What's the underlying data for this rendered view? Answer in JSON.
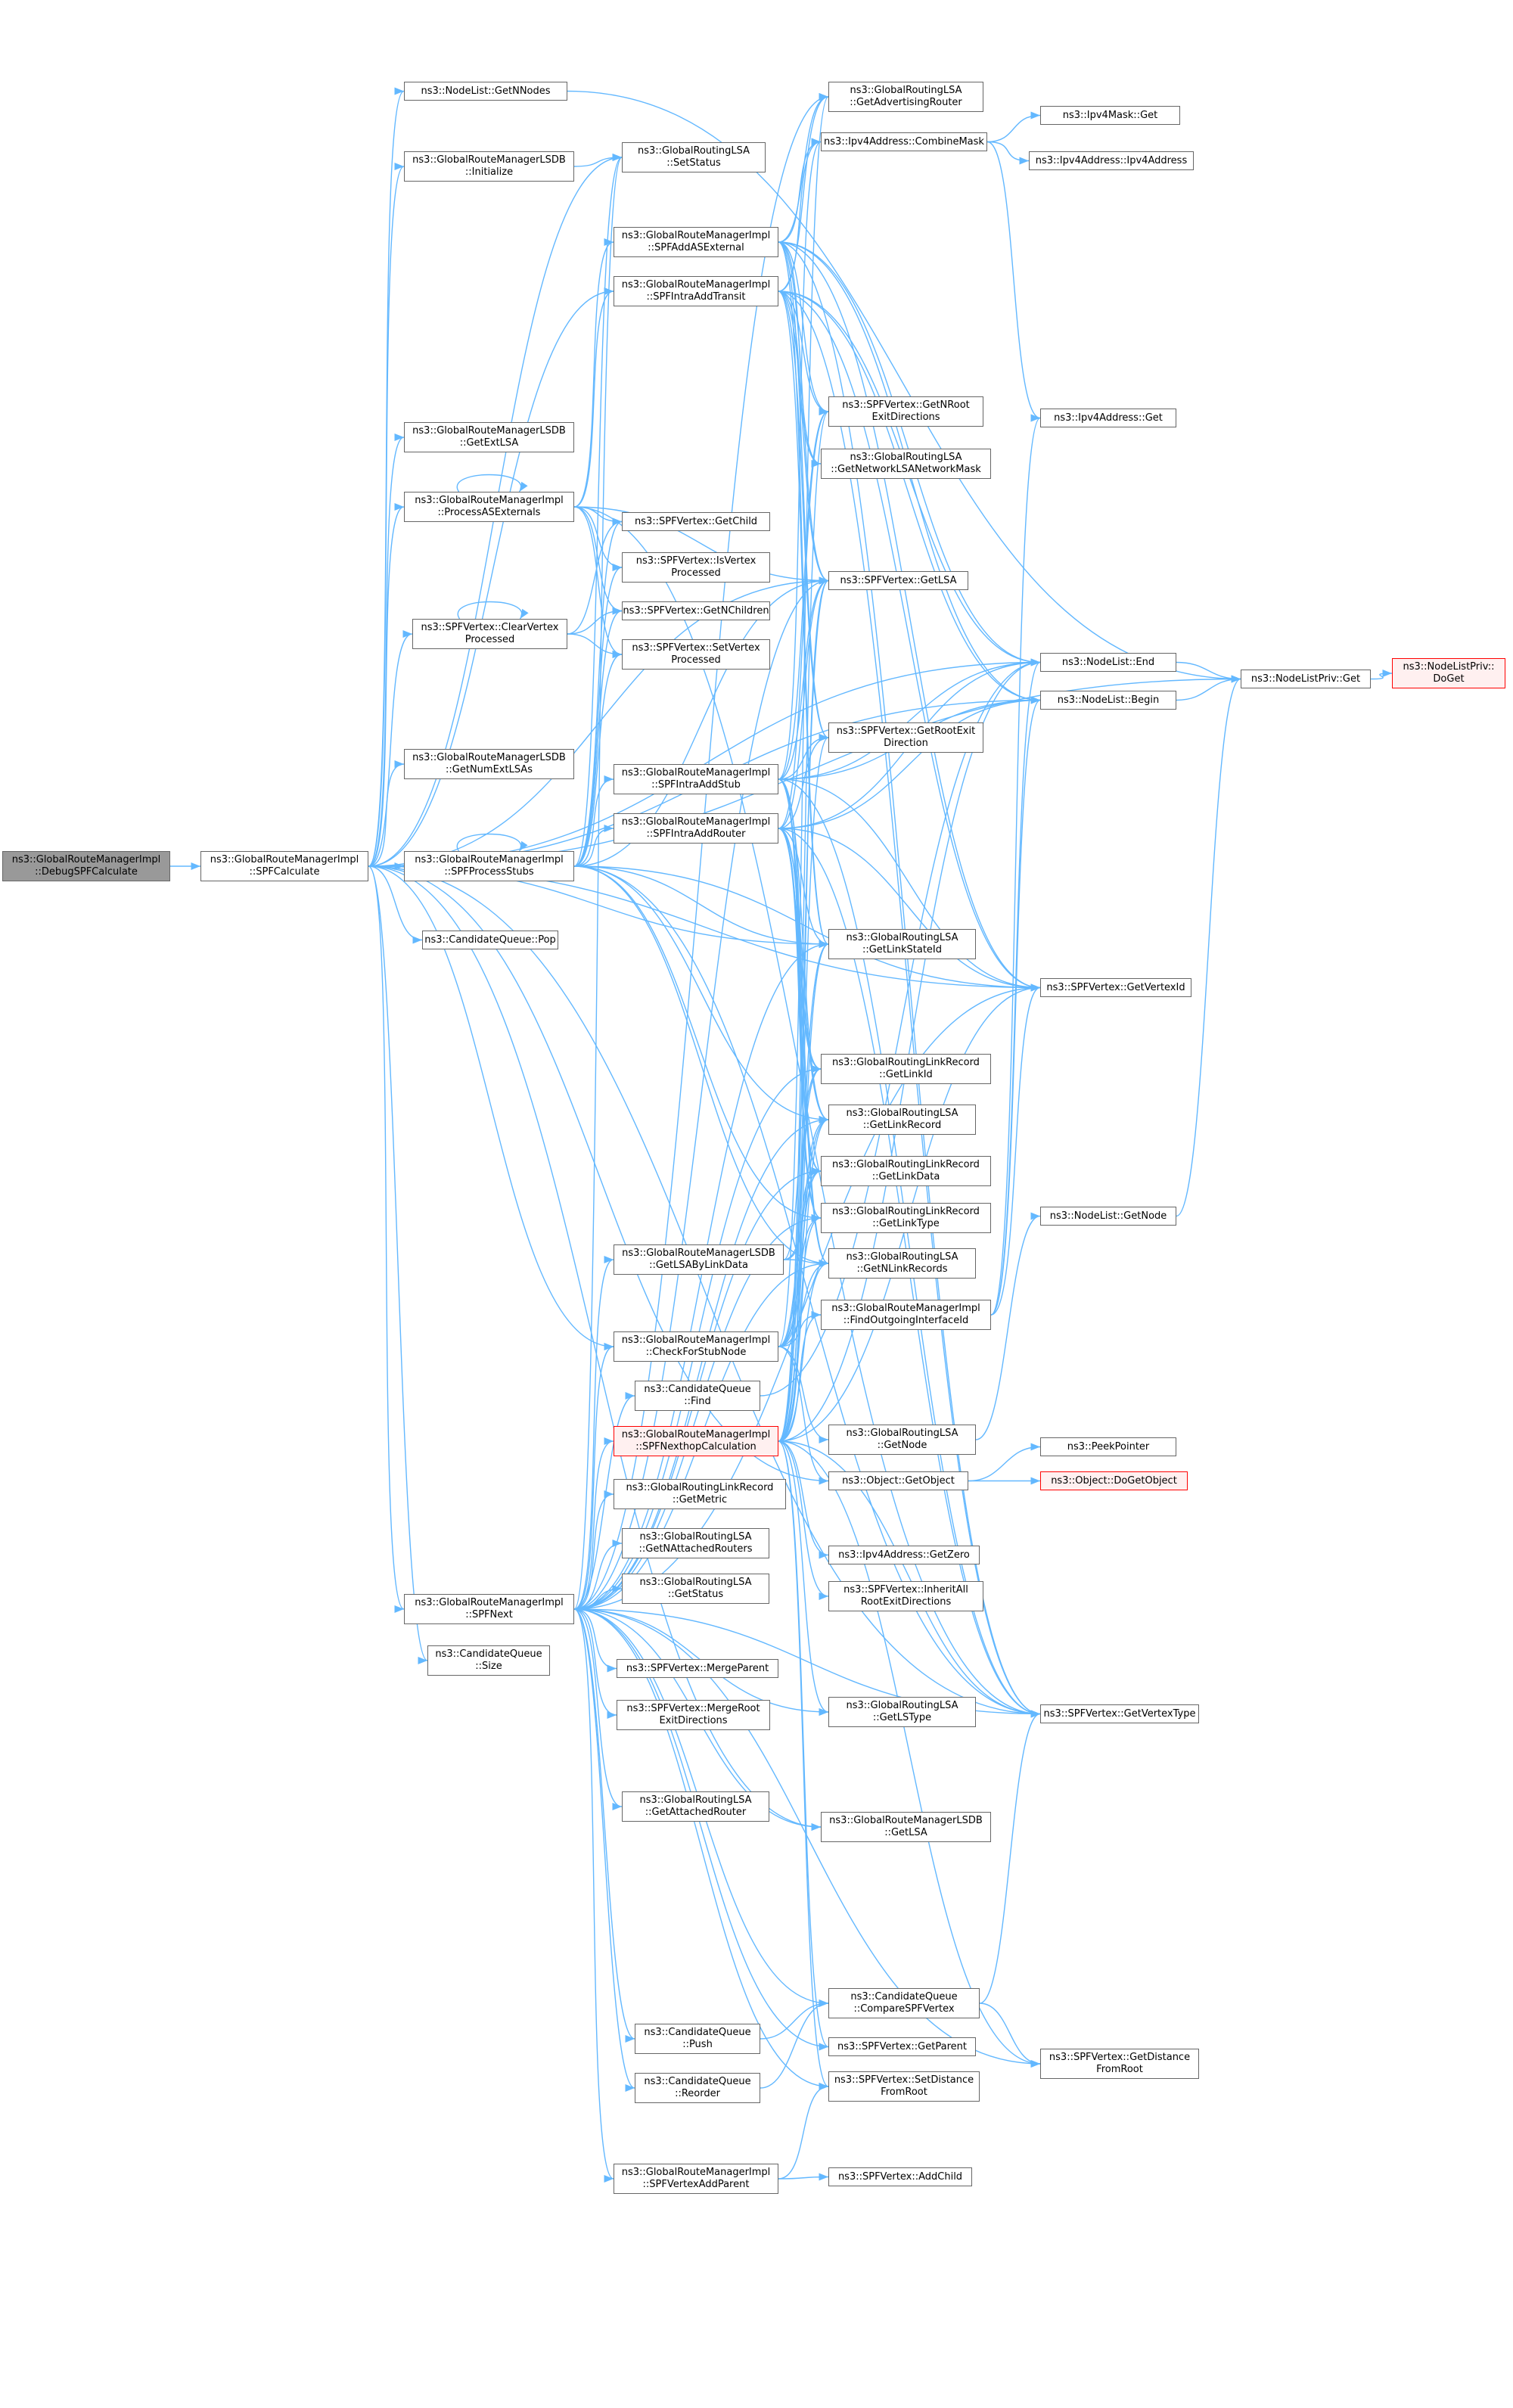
{
  "colors": {
    "edge": "#63b8ff",
    "border": "#666666",
    "root_fill": "#999999",
    "truncated_border": "#ff0000",
    "truncated_fill": "#fff0f0"
  },
  "nodes": [
    {
      "id": "debug",
      "lines": [
        "ns3::GlobalRouteManagerImpl",
        "::DebugSPFCalculate"
      ],
      "style": "root"
    },
    {
      "id": "spfcalc",
      "lines": [
        "ns3::GlobalRouteManagerImpl",
        "::SPFCalculate"
      ]
    },
    {
      "id": "getnnodes",
      "lines": [
        "ns3::NodeList::GetNNodes"
      ]
    },
    {
      "id": "lsdbinit",
      "lines": [
        "ns3::GlobalRouteManagerLSDB",
        "::Initialize"
      ]
    },
    {
      "id": "lsdbgetext",
      "lines": [
        "ns3::GlobalRouteManagerLSDB",
        "::GetExtLSA"
      ]
    },
    {
      "id": "procasext",
      "lines": [
        "ns3::GlobalRouteManagerImpl",
        "::ProcessASExternals"
      ]
    },
    {
      "id": "clearvertex",
      "lines": [
        "ns3::SPFVertex::ClearVertex",
        "Processed"
      ]
    },
    {
      "id": "getnumext",
      "lines": [
        "ns3::GlobalRouteManagerLSDB",
        "::GetNumExtLSAs"
      ]
    },
    {
      "id": "procstubs",
      "lines": [
        "ns3::GlobalRouteManagerImpl",
        "::SPFProcessStubs"
      ]
    },
    {
      "id": "cqpop",
      "lines": [
        "ns3::CandidateQueue::Pop"
      ]
    },
    {
      "id": "spfnext",
      "lines": [
        "ns3::GlobalRouteManagerImpl",
        "::SPFNext"
      ]
    },
    {
      "id": "cqsize",
      "lines": [
        "ns3::CandidateQueue",
        "::Size"
      ]
    },
    {
      "id": "setstatus",
      "lines": [
        "ns3::GlobalRoutingLSA",
        "::SetStatus"
      ]
    },
    {
      "id": "addasext",
      "lines": [
        "ns3::GlobalRouteManagerImpl",
        "::SPFAddASExternal"
      ]
    },
    {
      "id": "intratransit",
      "lines": [
        "ns3::GlobalRouteManagerImpl",
        "::SPFIntraAddTransit"
      ]
    },
    {
      "id": "getchild",
      "lines": [
        "ns3::SPFVertex::GetChild"
      ]
    },
    {
      "id": "isvertex",
      "lines": [
        "ns3::SPFVertex::IsVertex",
        "Processed"
      ]
    },
    {
      "id": "getnchildren",
      "lines": [
        "ns3::SPFVertex::GetNChildren"
      ]
    },
    {
      "id": "setvertex",
      "lines": [
        "ns3::SPFVertex::SetVertex",
        "Processed"
      ]
    },
    {
      "id": "intrastub",
      "lines": [
        "ns3::GlobalRouteManagerImpl",
        "::SPFIntraAddStub"
      ]
    },
    {
      "id": "intrarouter",
      "lines": [
        "ns3::GlobalRouteManagerImpl",
        "::SPFIntraAddRouter"
      ]
    },
    {
      "id": "getlsabylink",
      "lines": [
        "ns3::GlobalRouteManagerLSDB",
        "::GetLSAByLinkData"
      ]
    },
    {
      "id": "checkstub",
      "lines": [
        "ns3::GlobalRouteManagerImpl",
        "::CheckForStubNode"
      ]
    },
    {
      "id": "cqfind",
      "lines": [
        "ns3::CandidateQueue",
        "::Find"
      ]
    },
    {
      "id": "nexthop",
      "lines": [
        "ns3::GlobalRouteManagerImpl",
        "::SPFNexthopCalculation"
      ],
      "style": "truncated"
    },
    {
      "id": "getmetric",
      "lines": [
        "ns3::GlobalRoutingLinkRecord",
        "::GetMetric"
      ]
    },
    {
      "id": "getnattached",
      "lines": [
        "ns3::GlobalRoutingLSA",
        "::GetNAttachedRouters"
      ]
    },
    {
      "id": "getstatus",
      "lines": [
        "ns3::GlobalRoutingLSA",
        "::GetStatus"
      ]
    },
    {
      "id": "mergeparent",
      "lines": [
        "ns3::SPFVertex::MergeParent"
      ]
    },
    {
      "id": "mergeroot",
      "lines": [
        "ns3::SPFVertex::MergeRoot",
        "ExitDirections"
      ]
    },
    {
      "id": "getattachedrouter",
      "lines": [
        "ns3::GlobalRoutingLSA",
        "::GetAttachedRouter"
      ]
    },
    {
      "id": "cqpush",
      "lines": [
        "ns3::CandidateQueue",
        "::Push"
      ]
    },
    {
      "id": "cqreorder",
      "lines": [
        "ns3::CandidateQueue",
        "::Reorder"
      ]
    },
    {
      "id": "vertexaddparent",
      "lines": [
        "ns3::GlobalRouteManagerImpl",
        "::SPFVertexAddParent"
      ]
    },
    {
      "id": "getadvrouter",
      "lines": [
        "ns3::GlobalRoutingLSA",
        "::GetAdvertisingRouter"
      ]
    },
    {
      "id": "combinemask",
      "lines": [
        "ns3::Ipv4Address::CombineMask"
      ]
    },
    {
      "id": "getnrootexit",
      "lines": [
        "ns3::SPFVertex::GetNRoot",
        "ExitDirections"
      ]
    },
    {
      "id": "getnetmask",
      "lines": [
        "ns3::GlobalRoutingLSA",
        "::GetNetworkLSANetworkMask"
      ]
    },
    {
      "id": "spfgetlsa",
      "lines": [
        "ns3::SPFVertex::GetLSA"
      ]
    },
    {
      "id": "getrootexit",
      "lines": [
        "ns3::SPFVertex::GetRootExit",
        "Direction"
      ]
    },
    {
      "id": "getlinkstateid",
      "lines": [
        "ns3::GlobalRoutingLSA",
        "::GetLinkStateId"
      ]
    },
    {
      "id": "getlinkid",
      "lines": [
        "ns3::GlobalRoutingLinkRecord",
        "::GetLinkId"
      ]
    },
    {
      "id": "getlinkrecord",
      "lines": [
        "ns3::GlobalRoutingLSA",
        "::GetLinkRecord"
      ]
    },
    {
      "id": "getlinkdata",
      "lines": [
        "ns3::GlobalRoutingLinkRecord",
        "::GetLinkData"
      ]
    },
    {
      "id": "getlinktype",
      "lines": [
        "ns3::GlobalRoutingLinkRecord",
        "::GetLinkType"
      ]
    },
    {
      "id": "getnlinkrecords",
      "lines": [
        "ns3::GlobalRoutingLSA",
        "::GetNLinkRecords"
      ]
    },
    {
      "id": "findoutif",
      "lines": [
        "ns3::GlobalRouteManagerImpl",
        "::FindOutgoingInterfaceId"
      ]
    },
    {
      "id": "lsagetnode",
      "lines": [
        "ns3::GlobalRoutingLSA",
        "::GetNode"
      ]
    },
    {
      "id": "getobject",
      "lines": [
        "ns3::Object::GetObject"
      ]
    },
    {
      "id": "getzero",
      "lines": [
        "ns3::Ipv4Address::GetZero"
      ]
    },
    {
      "id": "inheritall",
      "lines": [
        "ns3::SPFVertex::InheritAll",
        "RootExitDirections"
      ]
    },
    {
      "id": "getlstype",
      "lines": [
        "ns3::GlobalRoutingLSA",
        "::GetLSType"
      ]
    },
    {
      "id": "lsdbgetlsa",
      "lines": [
        "ns3::GlobalRouteManagerLSDB",
        "::GetLSA"
      ]
    },
    {
      "id": "comparespf",
      "lines": [
        "ns3::CandidateQueue",
        "::CompareSPFVertex"
      ]
    },
    {
      "id": "getparent",
      "lines": [
        "ns3::SPFVertex::GetParent"
      ]
    },
    {
      "id": "setdistance",
      "lines": [
        "ns3::SPFVertex::SetDistance",
        "FromRoot"
      ]
    },
    {
      "id": "addchild",
      "lines": [
        "ns3::SPFVertex::AddChild"
      ]
    },
    {
      "id": "maskget",
      "lines": [
        "ns3::Ipv4Mask::Get"
      ]
    },
    {
      "id": "ipv4addrctor",
      "lines": [
        "ns3::Ipv4Address::Ipv4Address"
      ]
    },
    {
      "id": "ipv4get",
      "lines": [
        "ns3::Ipv4Address::Get"
      ]
    },
    {
      "id": "nodelistend",
      "lines": [
        "ns3::NodeList::End"
      ]
    },
    {
      "id": "nodelistbegin",
      "lines": [
        "ns3::NodeList::Begin"
      ]
    },
    {
      "id": "getvertexid",
      "lines": [
        "ns3::SPFVertex::GetVertexId"
      ]
    },
    {
      "id": "nodelistgetnode",
      "lines": [
        "ns3::NodeList::GetNode"
      ]
    },
    {
      "id": "peekpointer",
      "lines": [
        "ns3::PeekPointer"
      ]
    },
    {
      "id": "dogetobject",
      "lines": [
        "ns3::Object::DoGetObject"
      ],
      "style": "truncated"
    },
    {
      "id": "getvertextype",
      "lines": [
        "ns3::SPFVertex::GetVertexType"
      ]
    },
    {
      "id": "getdistance",
      "lines": [
        "ns3::SPFVertex::GetDistance",
        "FromRoot"
      ]
    },
    {
      "id": "privget",
      "lines": [
        "ns3::NodeListPriv::Get"
      ]
    },
    {
      "id": "privdoget",
      "lines": [
        "ns3::NodeListPriv::",
        "DoGet"
      ],
      "style": "truncated"
    }
  ],
  "edges": [
    [
      "debug",
      "spfcalc"
    ],
    [
      "spfcalc",
      "getnnodes"
    ],
    [
      "spfcalc",
      "lsdbinit"
    ],
    [
      "spfcalc",
      "setstatus"
    ],
    [
      "spfcalc",
      "lsdbgetext"
    ],
    [
      "spfcalc",
      "procasext"
    ],
    [
      "spfcalc",
      "clearvertex"
    ],
    [
      "spfcalc",
      "getnumext"
    ],
    [
      "spfcalc",
      "procstubs"
    ],
    [
      "spfcalc",
      "cqpop"
    ],
    [
      "spfcalc",
      "spfnext"
    ],
    [
      "spfcalc",
      "cqsize"
    ],
    [
      "spfcalc",
      "privget"
    ],
    [
      "spfcalc",
      "spfgetlsa"
    ],
    [
      "spfcalc",
      "getlinkstateid"
    ],
    [
      "spfcalc",
      "getvertexid"
    ],
    [
      "spfcalc",
      "nodelistbegin"
    ],
    [
      "spfcalc",
      "nodelistend"
    ],
    [
      "spfcalc",
      "lsdbgetlsa"
    ],
    [
      "spfcalc",
      "checkstub"
    ],
    [
      "spfcalc",
      "getvertextype"
    ],
    [
      "spfcalc",
      "intratransit"
    ],
    [
      "spfcalc",
      "getobject"
    ],
    [
      "getnnodes",
      "privget"
    ],
    [
      "lsdbinit",
      "setstatus"
    ],
    [
      "procasext",
      "procasext"
    ],
    [
      "procasext",
      "addasext"
    ],
    [
      "procasext",
      "intratransit"
    ],
    [
      "procasext",
      "getchild"
    ],
    [
      "procasext",
      "isvertex"
    ],
    [
      "procasext",
      "getnchildren"
    ],
    [
      "procasext",
      "setvertex"
    ],
    [
      "procasext",
      "spfgetlsa"
    ],
    [
      "procasext",
      "getvertextype"
    ],
    [
      "clearvertex",
      "clearvertex"
    ],
    [
      "clearvertex",
      "getchild"
    ],
    [
      "clearvertex",
      "getnchildren"
    ],
    [
      "clearvertex",
      "setvertex"
    ],
    [
      "procstubs",
      "procstubs"
    ],
    [
      "procstubs",
      "intrastub"
    ],
    [
      "procstubs",
      "intrarouter"
    ],
    [
      "procstubs",
      "getchild"
    ],
    [
      "procstubs",
      "getnchildren"
    ],
    [
      "procstubs",
      "isvertex"
    ],
    [
      "procstubs",
      "setvertex"
    ],
    [
      "procstubs",
      "spfgetlsa"
    ],
    [
      "procstubs",
      "getlinkrecord"
    ],
    [
      "procstubs",
      "getnlinkrecords"
    ],
    [
      "procstubs",
      "getlinktype"
    ],
    [
      "procstubs",
      "getlinkstateid"
    ],
    [
      "procstubs",
      "getvertexid"
    ],
    [
      "procstubs",
      "getvertextype"
    ],
    [
      "procstubs",
      "setstatus"
    ],
    [
      "addasext",
      "getadvrouter"
    ],
    [
      "addasext",
      "combinemask"
    ],
    [
      "addasext",
      "getnrootexit"
    ],
    [
      "addasext",
      "getnetmask"
    ],
    [
      "addasext",
      "spfgetlsa"
    ],
    [
      "addasext",
      "getrootexit"
    ],
    [
      "addasext",
      "getlinkstateid"
    ],
    [
      "addasext",
      "nodelistbegin"
    ],
    [
      "addasext",
      "nodelistend"
    ],
    [
      "addasext",
      "getvertexid"
    ],
    [
      "addasext",
      "getvertextype"
    ],
    [
      "intratransit",
      "getadvrouter"
    ],
    [
      "intratransit",
      "combinemask"
    ],
    [
      "intratransit",
      "getnrootexit"
    ],
    [
      "intratransit",
      "getnetmask"
    ],
    [
      "intratransit",
      "spfgetlsa"
    ],
    [
      "intratransit",
      "getrootexit"
    ],
    [
      "intratransit",
      "getlinkstateid"
    ],
    [
      "intratransit",
      "nodelistbegin"
    ],
    [
      "intratransit",
      "nodelistend"
    ],
    [
      "intratransit",
      "getvertexid"
    ],
    [
      "intratransit",
      "getvertextype"
    ],
    [
      "intrastub",
      "combinemask"
    ],
    [
      "intrastub",
      "getnrootexit"
    ],
    [
      "intrastub",
      "spfgetlsa"
    ],
    [
      "intrastub",
      "getrootexit"
    ],
    [
      "intrastub",
      "getlinkrecord"
    ],
    [
      "intrastub",
      "getnlinkrecords"
    ],
    [
      "intrastub",
      "getlinkdata"
    ],
    [
      "intrastub",
      "getlinkid"
    ],
    [
      "intrastub",
      "getlinktype"
    ],
    [
      "intrastub",
      "nodelistbegin"
    ],
    [
      "intrastub",
      "nodelistend"
    ],
    [
      "intrastub",
      "getvertexid"
    ],
    [
      "intrastub",
      "getvertextype"
    ],
    [
      "intrarouter",
      "getnrootexit"
    ],
    [
      "intrarouter",
      "spfgetlsa"
    ],
    [
      "intrarouter",
      "getrootexit"
    ],
    [
      "intrarouter",
      "getlinkstateid"
    ],
    [
      "intrarouter",
      "getlinkrecord"
    ],
    [
      "intrarouter",
      "getnlinkrecords"
    ],
    [
      "intrarouter",
      "getlinkdata"
    ],
    [
      "intrarouter",
      "getlinkid"
    ],
    [
      "intrarouter",
      "getlinktype"
    ],
    [
      "intrarouter",
      "nodelistbegin"
    ],
    [
      "intrarouter",
      "nodelistend"
    ],
    [
      "intrarouter",
      "getvertexid"
    ],
    [
      "intrarouter",
      "getvertextype"
    ],
    [
      "getlsabylink",
      "getlinkrecord"
    ],
    [
      "getlsabylink",
      "getnlinkrecords"
    ],
    [
      "getlsabylink",
      "getlinkdata"
    ],
    [
      "getlsabylink",
      "spfgetlsa"
    ],
    [
      "checkstub",
      "getlinkrecord"
    ],
    [
      "checkstub",
      "getnlinkrecords"
    ],
    [
      "checkstub",
      "getlinkdata"
    ],
    [
      "checkstub",
      "getlinktype"
    ],
    [
      "checkstub",
      "getlinkid"
    ],
    [
      "checkstub",
      "getlinkstateid"
    ],
    [
      "checkstub",
      "getobject"
    ],
    [
      "checkstub",
      "lsagetnode"
    ],
    [
      "checkstub",
      "findoutif"
    ],
    [
      "checkstub",
      "getadvrouter"
    ],
    [
      "nexthop",
      "spfgetlsa"
    ],
    [
      "nexthop",
      "getlinkstateid"
    ],
    [
      "nexthop",
      "getlinkrecord"
    ],
    [
      "nexthop",
      "getnlinkrecords"
    ],
    [
      "nexthop",
      "getlinkdata"
    ],
    [
      "nexthop",
      "getlinktype"
    ],
    [
      "nexthop",
      "getlinkid"
    ],
    [
      "nexthop",
      "findoutif"
    ],
    [
      "nexthop",
      "getrootexit"
    ],
    [
      "nexthop",
      "getnrootexit"
    ],
    [
      "nexthop",
      "getzero"
    ],
    [
      "nexthop",
      "inheritall"
    ],
    [
      "nexthop",
      "getlstype"
    ],
    [
      "nexthop",
      "getparent"
    ],
    [
      "nexthop",
      "getvertextype"
    ],
    [
      "nexthop",
      "getvertexid"
    ],
    [
      "nexthop",
      "setdistance"
    ],
    [
      "nexthop",
      "getdistance"
    ],
    [
      "nexthop",
      "nodelistend"
    ],
    [
      "spfnext",
      "spfgetlsa"
    ],
    [
      "spfnext",
      "getlsabylink"
    ],
    [
      "spfnext",
      "checkstub"
    ],
    [
      "spfnext",
      "cqfind"
    ],
    [
      "spfnext",
      "nexthop"
    ],
    [
      "spfnext",
      "getmetric"
    ],
    [
      "spfnext",
      "getnattached"
    ],
    [
      "spfnext",
      "getstatus"
    ],
    [
      "spfnext",
      "mergeparent"
    ],
    [
      "spfnext",
      "mergeroot"
    ],
    [
      "spfnext",
      "getattachedrouter"
    ],
    [
      "spfnext",
      "cqpush"
    ],
    [
      "spfnext",
      "cqreorder"
    ],
    [
      "spfnext",
      "vertexaddparent"
    ],
    [
      "spfnext",
      "getlinkrecord"
    ],
    [
      "spfnext",
      "getnlinkrecords"
    ],
    [
      "spfnext",
      "getlinkdata"
    ],
    [
      "spfnext",
      "getlinktype"
    ],
    [
      "spfnext",
      "getlinkid"
    ],
    [
      "spfnext",
      "getlinkstateid"
    ],
    [
      "spfnext",
      "getlstype"
    ],
    [
      "spfnext",
      "lsdbgetlsa"
    ],
    [
      "spfnext",
      "getvertexid"
    ],
    [
      "spfnext",
      "getvertextype"
    ],
    [
      "spfnext",
      "getdistance"
    ],
    [
      "spfnext",
      "setdistance"
    ],
    [
      "spfnext",
      "getparent"
    ],
    [
      "spfnext",
      "comparespf"
    ],
    [
      "spfnext",
      "setstatus"
    ],
    [
      "spfnext",
      "getadvrouter"
    ],
    [
      "cqfind",
      "nodelistend"
    ],
    [
      "cqpush",
      "comparespf"
    ],
    [
      "cqreorder",
      "comparespf"
    ],
    [
      "vertexaddparent",
      "addchild"
    ],
    [
      "vertexaddparent",
      "setdistance"
    ],
    [
      "comparespf",
      "getdistance"
    ],
    [
      "comparespf",
      "getvertextype"
    ],
    [
      "combinemask",
      "maskget"
    ],
    [
      "combinemask",
      "ipv4addrctor"
    ],
    [
      "combinemask",
      "ipv4get"
    ],
    [
      "findoutif",
      "nodelistbegin"
    ],
    [
      "findoutif",
      "nodelistend"
    ],
    [
      "findoutif",
      "getvertexid"
    ],
    [
      "findoutif",
      "ipv4get"
    ],
    [
      "lsagetnode",
      "nodelistgetnode"
    ],
    [
      "getobject",
      "peekpointer"
    ],
    [
      "getobject",
      "dogetobject"
    ],
    [
      "nodelistgetnode",
      "privget"
    ],
    [
      "nodelistbegin",
      "privget"
    ],
    [
      "nodelistend",
      "privget"
    ],
    [
      "privget",
      "privdoget"
    ]
  ]
}
